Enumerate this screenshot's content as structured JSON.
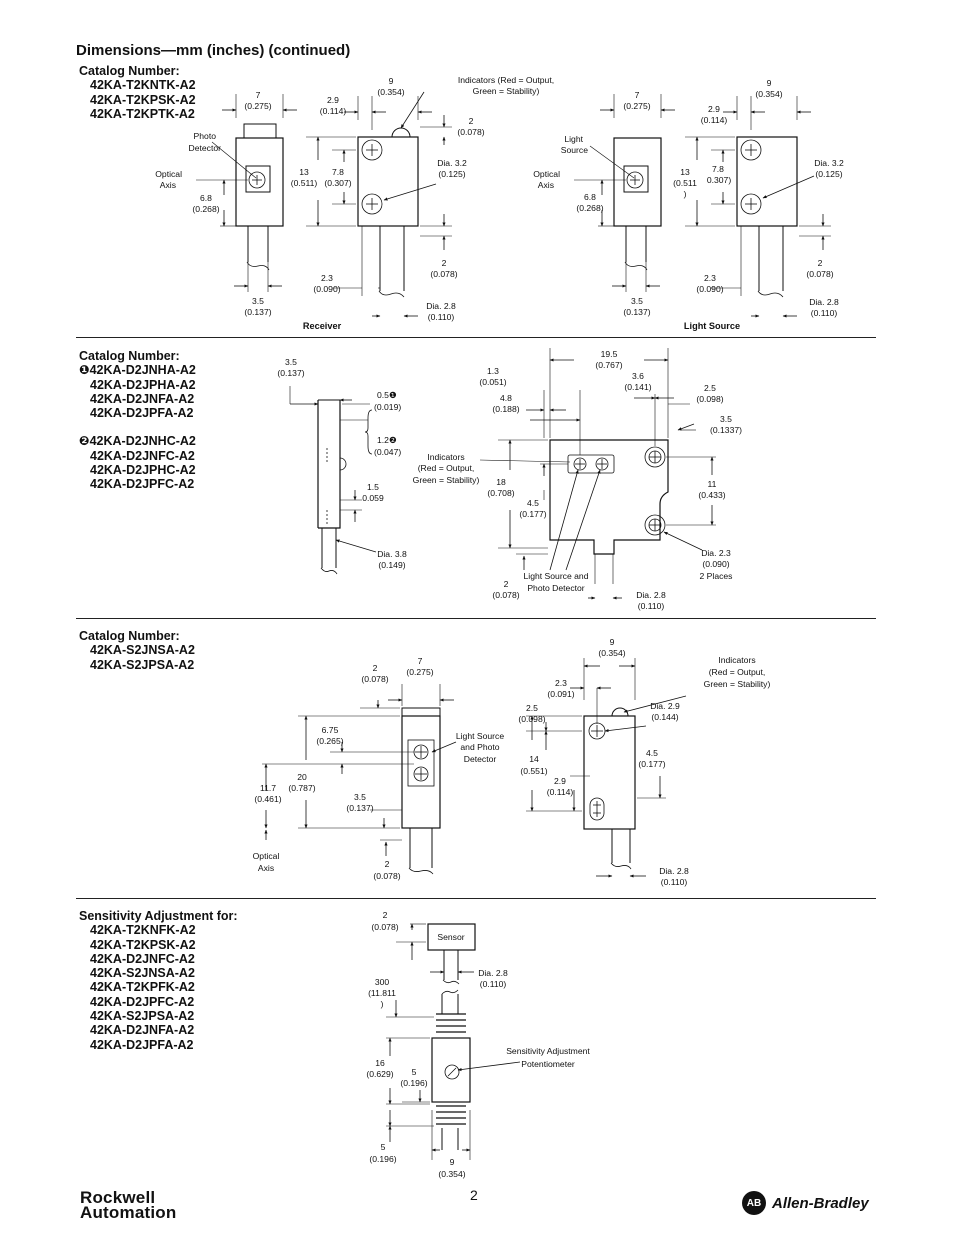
{
  "page": {
    "title": "Dimensions—mm (inches) (continued)",
    "page_number": "2",
    "footer_left_line1": "Rockwell",
    "footer_left_line2": "Automation",
    "footer_right": "Allen-Bradley",
    "footer_right_seal": "AB"
  },
  "section1": {
    "heading": "Catalog Number:",
    "items": [
      "42KA-T2KNTK-A2",
      "42KA-T2KPSK-A2",
      "42KA-T2KPTK-A2"
    ],
    "labels": {
      "receiver": "Receiver",
      "light_source_caption": "Light Source",
      "photo": "Photo",
      "detector": "Detector",
      "light": "Light",
      "source": "Source",
      "optical": "Optical",
      "axis": "Axis",
      "indicators_1": "Indicators (Red = Output,",
      "indicators_2": "Green = Stability)",
      "d7": "7",
      "d7i": "(0.275)",
      "d9": "9",
      "d9i": "(0.354)",
      "d29": "2.9",
      "d29i": "(0.114)",
      "d2": "2",
      "d2i": "(0.078)",
      "d13": "13",
      "d13i": "(0.511)",
      "d13i_a": "(0.511",
      "d13i_b": ")",
      "d78": "7.8",
      "d78i": "(0.307)",
      "d78i_b": "0.307)",
      "dia32": "Dia. 3.2",
      "dia32i": "(0.125)",
      "d68": "6.8",
      "d68i": "(0.268)",
      "d23": "2.3",
      "d23i": "(0.090)",
      "d35": "3.5",
      "d35i": "(0.137)",
      "dia28": "Dia. 2.8",
      "dia28i": "(0.110)"
    }
  },
  "section2": {
    "heading": "Catalog Number:",
    "group1_marker": "❶",
    "group1": [
      "42KA-D2JNHA-A2",
      "42KA-D2JPHA-A2",
      "42KA-D2JNFA-A2",
      "42KA-D2JPFA-A2"
    ],
    "group2_marker": "❷",
    "group2": [
      "42KA-D2JNHC-A2",
      "42KA-D2JNFC-A2",
      "42KA-D2JPHC-A2",
      "42KA-D2JPFC-A2"
    ],
    "labels": {
      "d35": "3.5",
      "d35i": "(0.137)",
      "d05": "0.5❶",
      "d05i": "(0.019)",
      "d12": "1.2❷",
      "d12i": "(0.047)",
      "d15": "1.5",
      "d15i": "0.059",
      "dia38": "Dia. 3.8",
      "dia38i": "(0.149)",
      "d195": "19.5",
      "d195i": "(0.767)",
      "d13": "1.3",
      "d13i": "(0.051)",
      "d36": "3.6",
      "d36i": "(0.141)",
      "d48": "4.8",
      "d48i": "(0.188)",
      "d25": "2.5",
      "d25i": "(0.098)",
      "d35b": "3.5",
      "d35bi": "(0.1337)",
      "ind1": "Indicators",
      "ind2": "(Red = Output,",
      "ind3": "Green = Stability)",
      "d18": "18",
      "d18i": "(0.708)",
      "d45": "4.5",
      "d45i": "(0.177)",
      "d11": "11",
      "d11i": "(0.433)",
      "ls1": "Light Source and",
      "ls2": "Photo Detector",
      "dia23": "Dia. 2.3",
      "dia23i": "(0.090)",
      "places": "2 Places",
      "d2": "2",
      "d2i": "(0.078)",
      "dia28": "Dia. 2.8",
      "dia28i": "(0.110)"
    }
  },
  "section3": {
    "heading": "Catalog Number:",
    "items": [
      "42KA-S2JNSA-A2",
      "42KA-S2JPSA-A2"
    ],
    "labels": {
      "d2": "2",
      "d2i": "(0.078)",
      "d7": "7",
      "d7i": "(0.275)",
      "d675": "6.75",
      "d675i": "(0.265)",
      "ls1": "Light Source",
      "ls2": "and Photo",
      "ls3": "Detector",
      "d117": "11.7",
      "d117i": "(0.461)",
      "d20": "20",
      "d20i": "(0.787)",
      "d35": "3.5",
      "d35i": "(0.137)",
      "optical": "Optical",
      "axis": "Axis",
      "d9": "9",
      "d9i": "(0.354)",
      "d23": "2.3",
      "d23i": "(0.091)",
      "ind1": "Indicators",
      "ind2": "(Red = Output,",
      "ind3": "Green = Stability)",
      "d25": "2.5",
      "d25i": "(0.098)",
      "dia29": "Dia. 2.9",
      "dia29i": "(0.144)",
      "d14": "14",
      "d14i": "(0.551)",
      "d45": "4.5",
      "d45i": "(0.177)",
      "d29": "2.9",
      "d29i": "(0.114)",
      "dia28": "Dia. 2.8",
      "dia28i": "(0.110)"
    }
  },
  "section4": {
    "heading": "Sensitivity Adjustment for:",
    "items": [
      "42KA-T2KNFK-A2",
      "42KA-T2KPSK-A2",
      "42KA-D2JNFC-A2",
      "42KA-S2JNSA-A2",
      "42KA-T2KPFK-A2",
      "42KA-D2JPFC-A2",
      "42KA-S2JPSA-A2",
      "42KA-D2JNFA-A2",
      "42KA-D2JPFA-A2"
    ],
    "labels": {
      "d2": "2",
      "d2i": "(0.078)",
      "sensor": "Sensor",
      "dia28": "Dia. 2.8",
      "dia28i": "(0.110)",
      "d300": "300",
      "d300i": "(11.811",
      "d300i_b": ")",
      "sa1": "Sensitivity Adjustment",
      "sa2": "Potentiometer",
      "d16": "16",
      "d16i": "(0.629)",
      "d5": "5",
      "d5i": "(0.196)",
      "d5b": "5",
      "d5bi": "(0.196)",
      "d9": "9",
      "d9i": "(0.354)"
    }
  }
}
